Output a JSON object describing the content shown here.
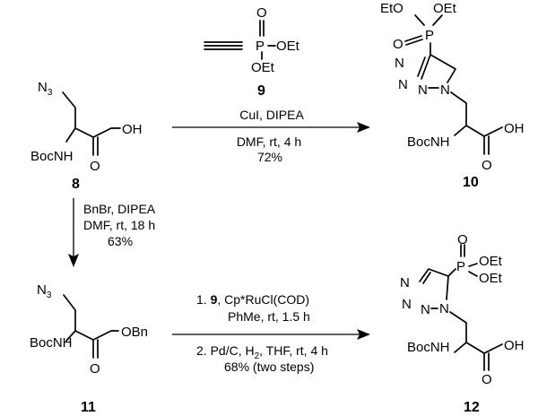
{
  "labels": {
    "n3": "N",
    "n3_sub": "3",
    "oh": "OH",
    "boc_nh": "BocNH",
    "o": "O",
    "obn": "OBn",
    "p": "P",
    "oet": "OEt",
    "eto": "EtO",
    "n": "N"
  },
  "compounds": {
    "c8": "8",
    "c9": "9",
    "c10": "10",
    "c11": "11",
    "c12": "12"
  },
  "step1": {
    "cond1": "CuI, DIPEA",
    "cond2": "DMF, rt, 4 h",
    "yield": "72%"
  },
  "step2": {
    "cond1": "BnBr, DIPEA",
    "cond2": "DMF, rt, 18 h",
    "yield": "63%"
  },
  "step3": {
    "line1_num": "1. ",
    "line1_ref": "9",
    "line1_rest": ", Cp*RuCl(COD)",
    "line2": "PhMe, rt, 1.5 h",
    "line3": "2. Pd/C, H",
    "line3_sub": "2",
    "line3_rest": ", THF, rt, 4 h",
    "line4": "68% (two steps)"
  }
}
